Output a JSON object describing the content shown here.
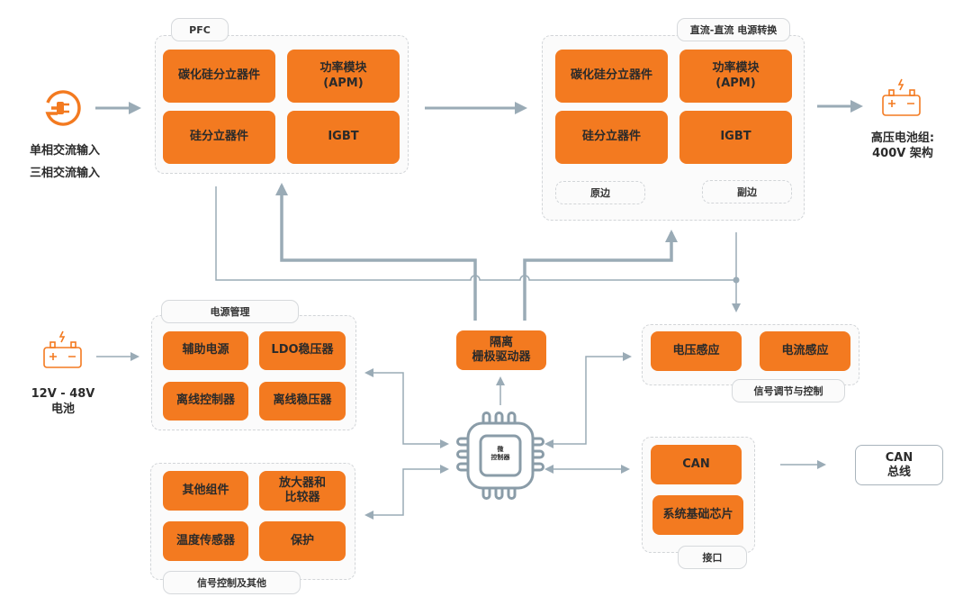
{
  "inputs": {
    "ac_input": [
      "单相交流输入",
      "三相交流输入"
    ],
    "lv_battery": "12V - 48V\n电池",
    "hv_battery": "高压电池组:\n400V 架构",
    "can_bus": "CAN\n总线"
  },
  "pfc": {
    "title": "PFC",
    "items": [
      "碳化硅分立器件",
      "功率模块\n(APM)",
      "硅分立器件",
      "IGBT"
    ]
  },
  "dcdc": {
    "title": "直流-直流 电源转换",
    "items": [
      "碳化硅分立器件",
      "功率模块\n(APM)",
      "硅分立器件",
      "IGBT"
    ],
    "primary": "原边",
    "secondary": "副边"
  },
  "power_mgmt": {
    "title": "电源管理",
    "items": [
      "辅助电源",
      "LDO稳压器",
      "离线控制器",
      "离线稳压器"
    ]
  },
  "signal_other": {
    "title": "信号控制及其他",
    "items": [
      "其他组件",
      "放大器和\n比较器",
      "温度传感器",
      "保护"
    ]
  },
  "gate_driver": "隔离\n栅极驱动器",
  "mcu": "微\n控制器",
  "sensing": {
    "title": "信号调节与控制",
    "items": [
      "电压感应",
      "电流感应"
    ]
  },
  "interface": {
    "title": "接口",
    "items": [
      "CAN",
      "系统基础芯片"
    ]
  },
  "colors": {
    "accent": "#f37a20",
    "line": "#9aabb6",
    "border": "#d2d5d8"
  }
}
